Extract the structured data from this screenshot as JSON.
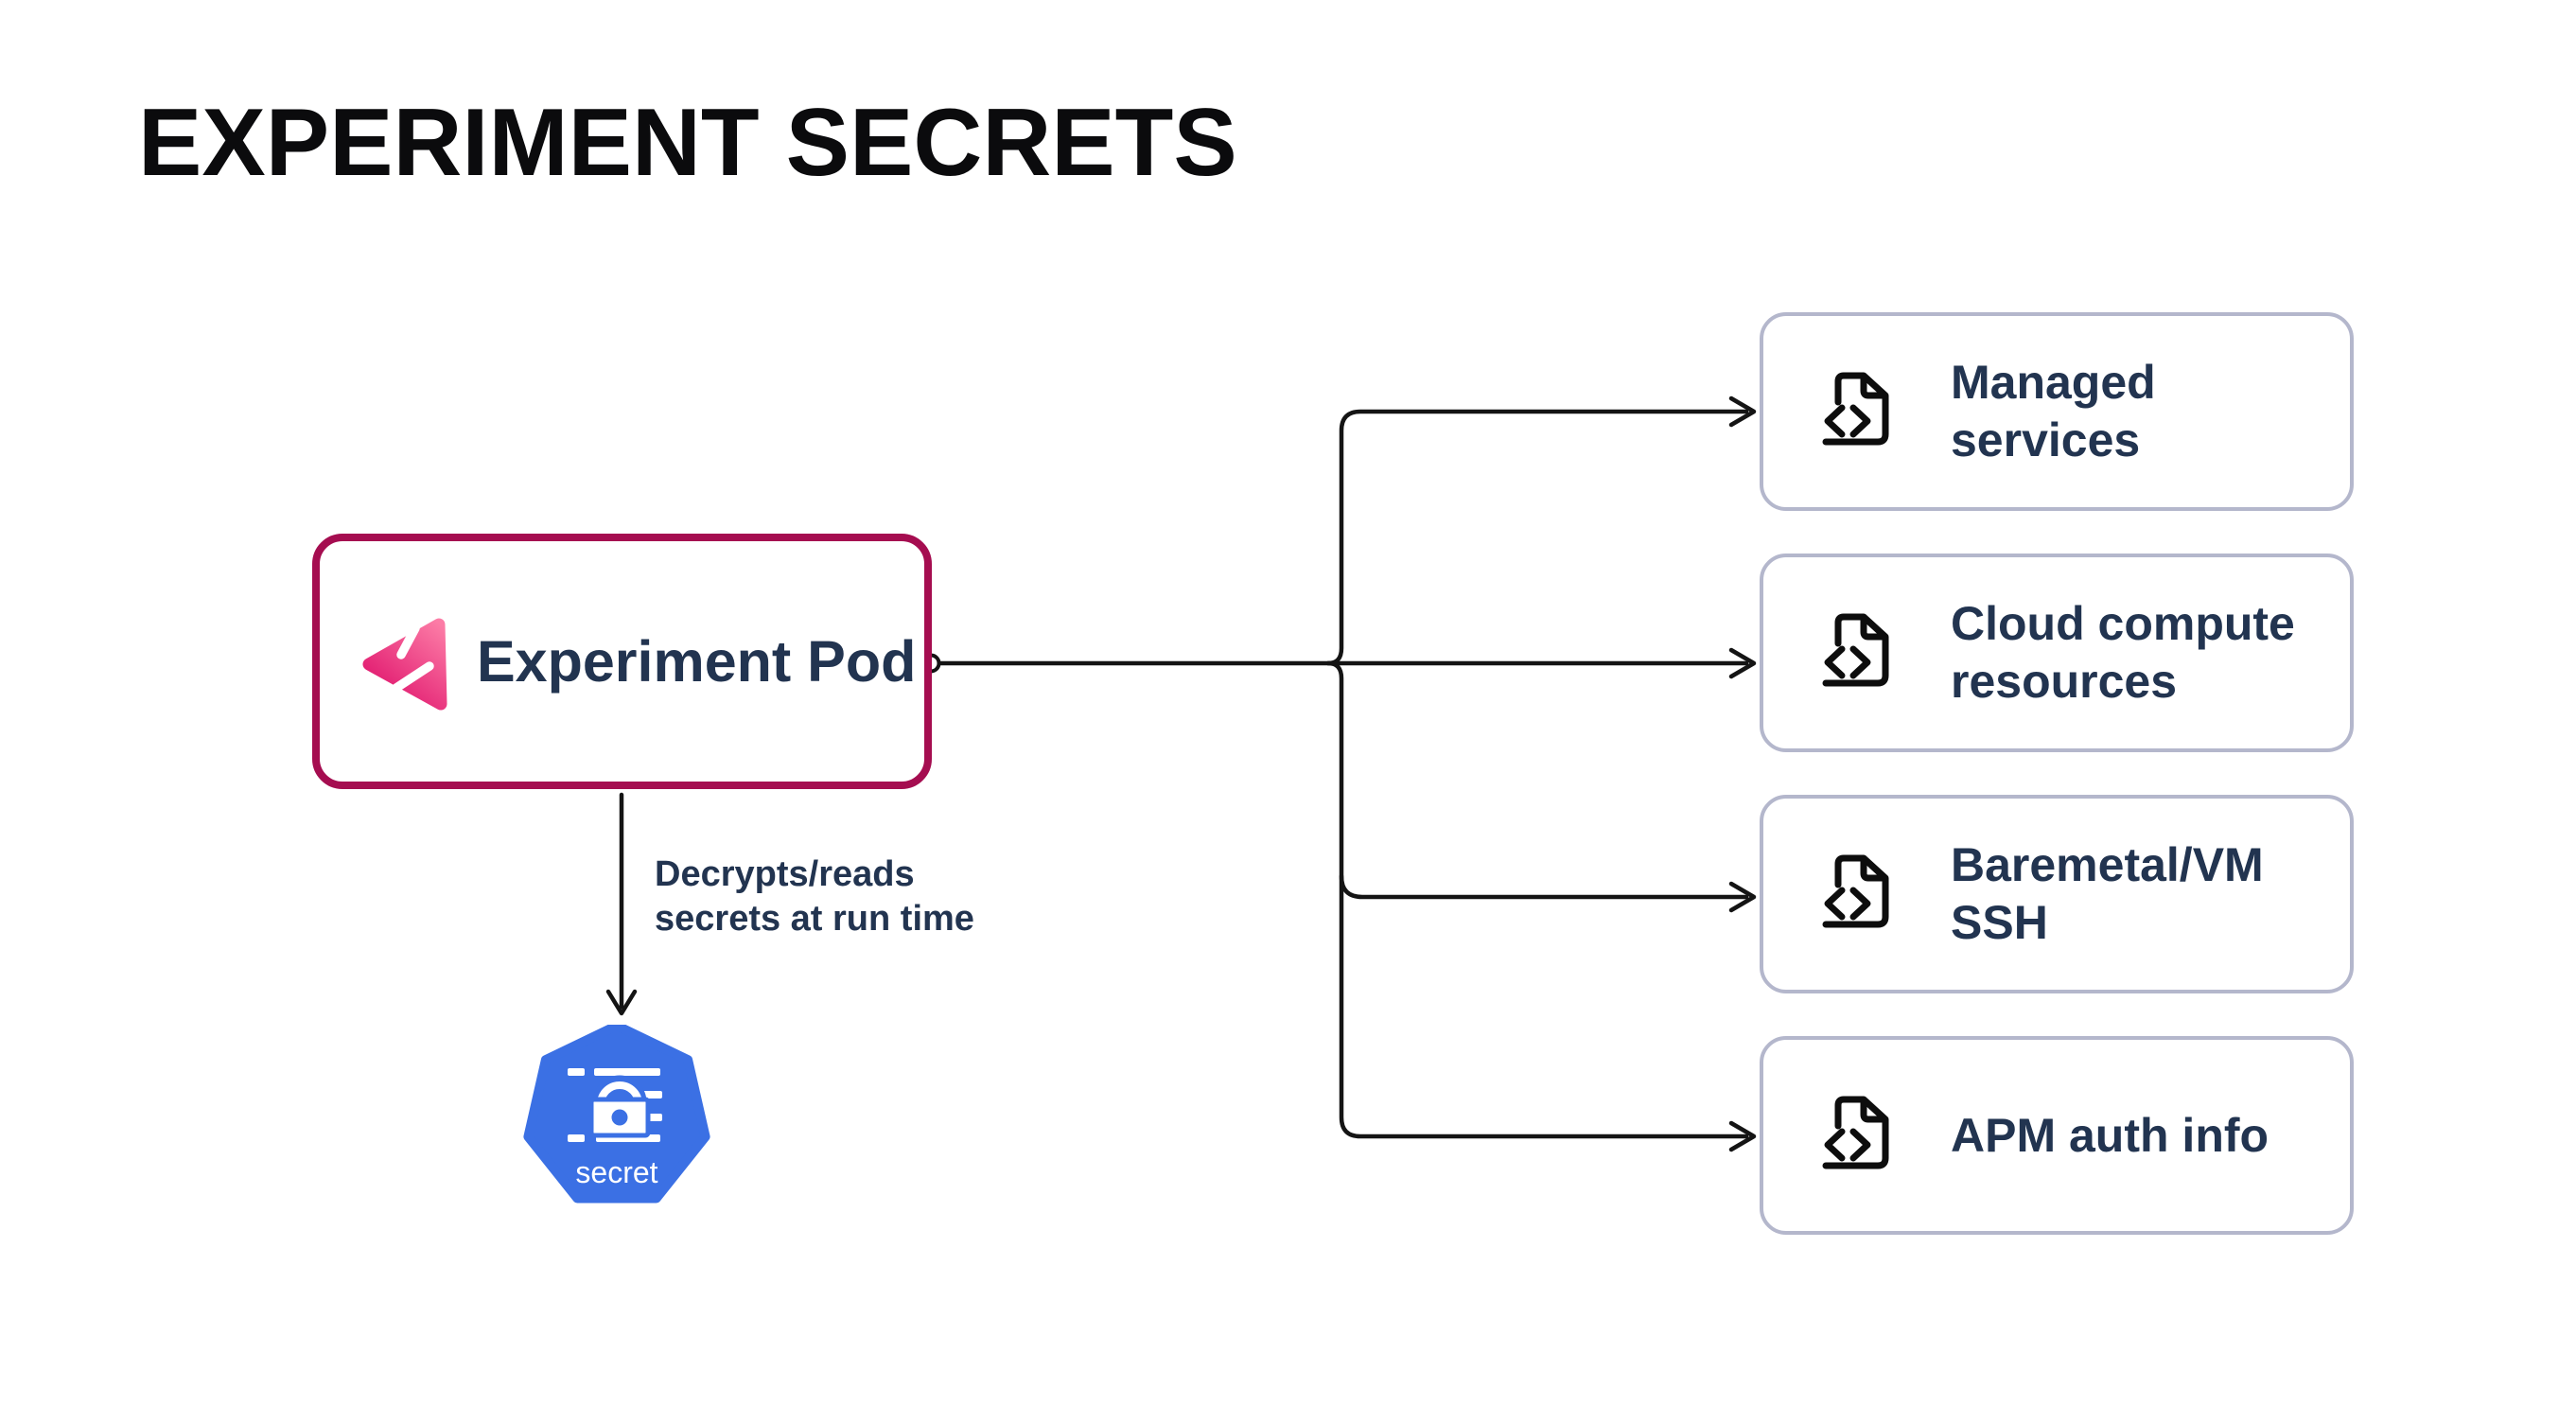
{
  "page": {
    "title": "EXPERIMENT SECRETS",
    "background": "#FFFFFF"
  },
  "pod": {
    "label": "Experiment Pod",
    "icon": "litmus-logo-icon",
    "border_color": "#A50D50",
    "label_color": "#223450"
  },
  "edge_label": "Decrypts/reads secrets at run time",
  "secret": {
    "label": "secret",
    "icon": "kubernetes-secret-icon",
    "fill_color": "#3B70E4"
  },
  "targets": [
    {
      "label": "Managed services",
      "icon": "file-code-icon"
    },
    {
      "label": "Cloud compute resources",
      "icon": "file-code-icon"
    },
    {
      "label": "Baremetal/VM SSH",
      "icon": "file-code-icon"
    },
    {
      "label": "APM auth info",
      "icon": "file-code-icon"
    }
  ],
  "colors": {
    "title": "#0B0B0D",
    "text_navy": "#223450",
    "connector_line": "#141414",
    "pod_border": "#A50D50",
    "target_border": "#B4B7CC",
    "kubernetes_blue": "#3B70E4",
    "litmus_pink_light": "#FC7CA6",
    "litmus_pink_dark": "#E0156D"
  }
}
